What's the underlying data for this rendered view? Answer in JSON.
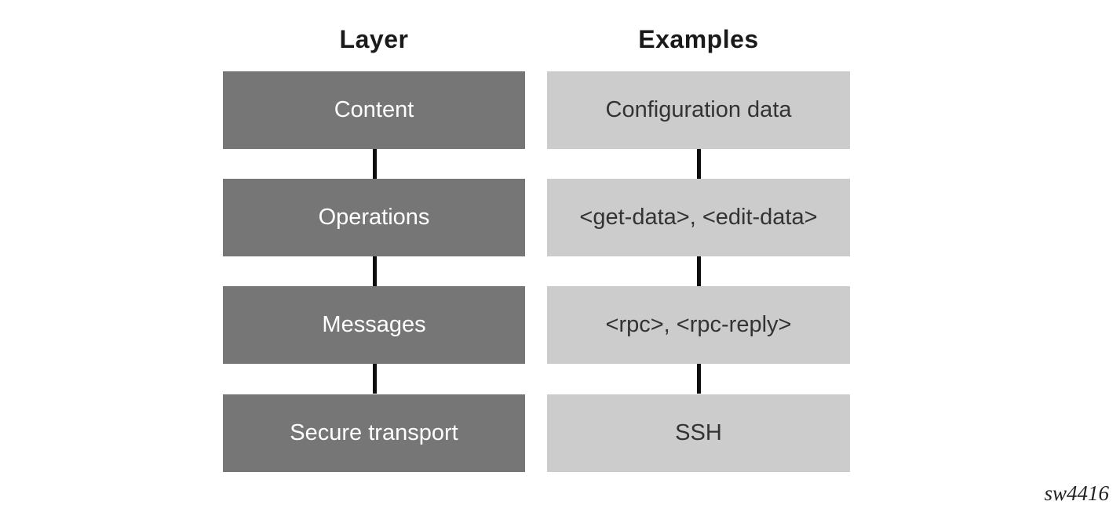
{
  "diagram": {
    "headers": {
      "layer": "Layer",
      "examples": "Examples"
    },
    "rows": [
      {
        "layer": "Content",
        "example": "Configuration data"
      },
      {
        "layer": "Operations",
        "example": "<get-data>, <edit-data>"
      },
      {
        "layer": "Messages",
        "example": "<rpc>, <rpc-reply>"
      },
      {
        "layer": "Secure transport",
        "example": "SSH"
      }
    ],
    "colors": {
      "layer_box_fill": "#767676",
      "layer_box_text": "#ffffff",
      "example_box_fill": "#cccccc",
      "example_box_text": "#333333",
      "connector": "#0d0d0d",
      "header_text": "#1a1a1a"
    },
    "figure_id": "sw4416"
  }
}
